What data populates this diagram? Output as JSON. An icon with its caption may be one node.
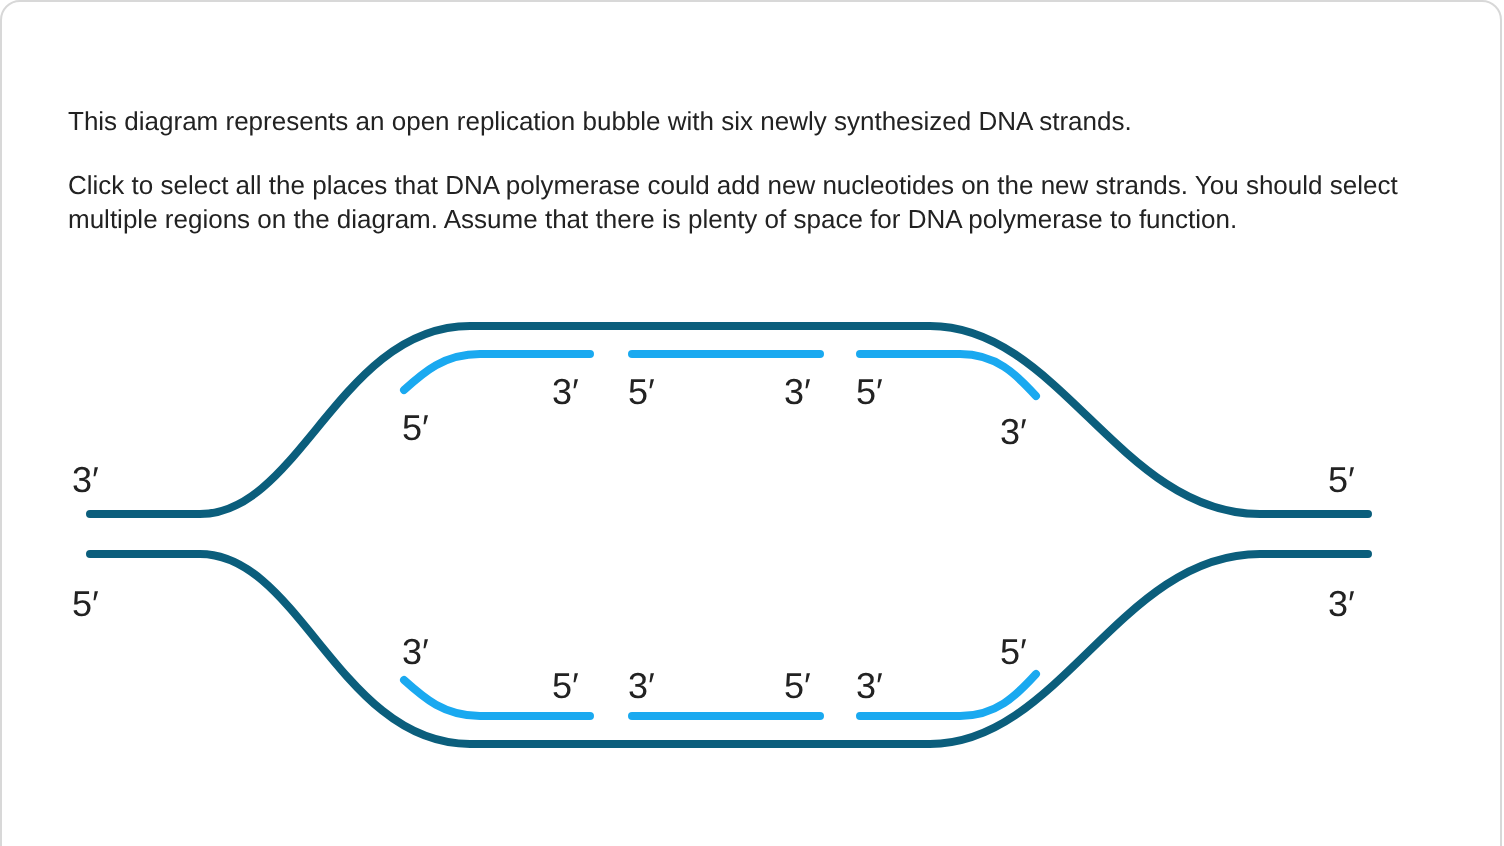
{
  "diagram": {
    "labels": [
      "This diagram represents an open replication bubble with six newly synthesized DNA strands.",
      "Click to select all the places that DNA polymerase could add new nucleotides on the new strands. You should select multiple regions on the diagram. Assume that there is plenty of space for DNA polymerase to function.",
      "3′",
      "5′",
      "3′",
      "5′",
      "5′",
      "3′",
      "3′",
      "5′",
      "5′",
      "3′",
      "3′",
      "5′",
      "5′",
      "3′",
      "5′",
      "3′"
    ]
  }
}
